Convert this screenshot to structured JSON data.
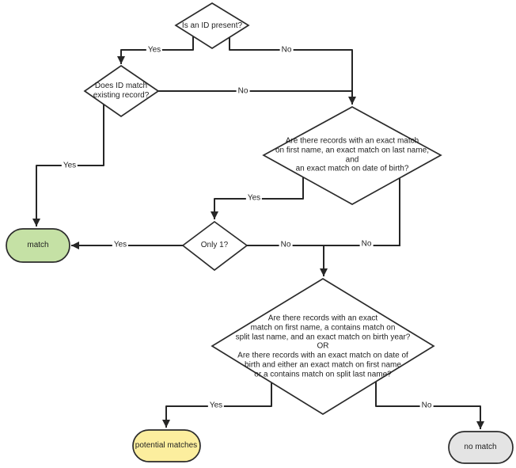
{
  "diagram": {
    "background_color": "#ffffff",
    "line_color": "#262626",
    "node_border_color": "#2b2b2b",
    "nodes": {
      "id_present": {
        "type": "decision",
        "label": "Is an ID present?",
        "fill": "#ffffff"
      },
      "id_match": {
        "type": "decision",
        "label": "Does ID match\nexisting record?",
        "fill": "#ffffff"
      },
      "exact_match": {
        "type": "decision",
        "label": "Are there records with an exact match\non first name, an exact match on last name, and\nan exact match on date of birth?",
        "fill": "#ffffff"
      },
      "only_one": {
        "type": "decision",
        "label": "Only 1?",
        "fill": "#ffffff"
      },
      "fuzzy_match": {
        "type": "decision",
        "label": "Are there records with an exact\nmatch on first name, a contains match on\nsplit last name, and an exact match on birth year?\nOR\nAre there records with an exact match on date of\nbirth and either an exact match on first name\nor a contains match on split last name?",
        "fill": "#ffffff"
      },
      "match": {
        "type": "terminator",
        "label": "match",
        "fill": "#c5e1a5"
      },
      "potential_matches": {
        "type": "terminator",
        "label": "potential matches",
        "fill": "#fcee9e"
      },
      "no_match": {
        "type": "terminator",
        "label": "no match",
        "fill": "#e4e4e4"
      }
    },
    "edges": [
      {
        "from": "id_present",
        "to": "id_match",
        "label": "Yes"
      },
      {
        "from": "id_present",
        "to": "exact_match",
        "label": "No"
      },
      {
        "from": "id_match",
        "to": "exact_match",
        "label": "No"
      },
      {
        "from": "id_match",
        "to": "match",
        "label": "Yes"
      },
      {
        "from": "exact_match",
        "to": "only_one",
        "label": "Yes"
      },
      {
        "from": "only_one",
        "to": "match",
        "label": "Yes"
      },
      {
        "from": "only_one",
        "to": "fuzzy_match",
        "label": "No"
      },
      {
        "from": "exact_match",
        "to": "fuzzy_match",
        "label": "No"
      },
      {
        "from": "fuzzy_match",
        "to": "potential_matches",
        "label": "Yes"
      },
      {
        "from": "fuzzy_match",
        "to": "no_match",
        "label": "No"
      }
    ]
  }
}
